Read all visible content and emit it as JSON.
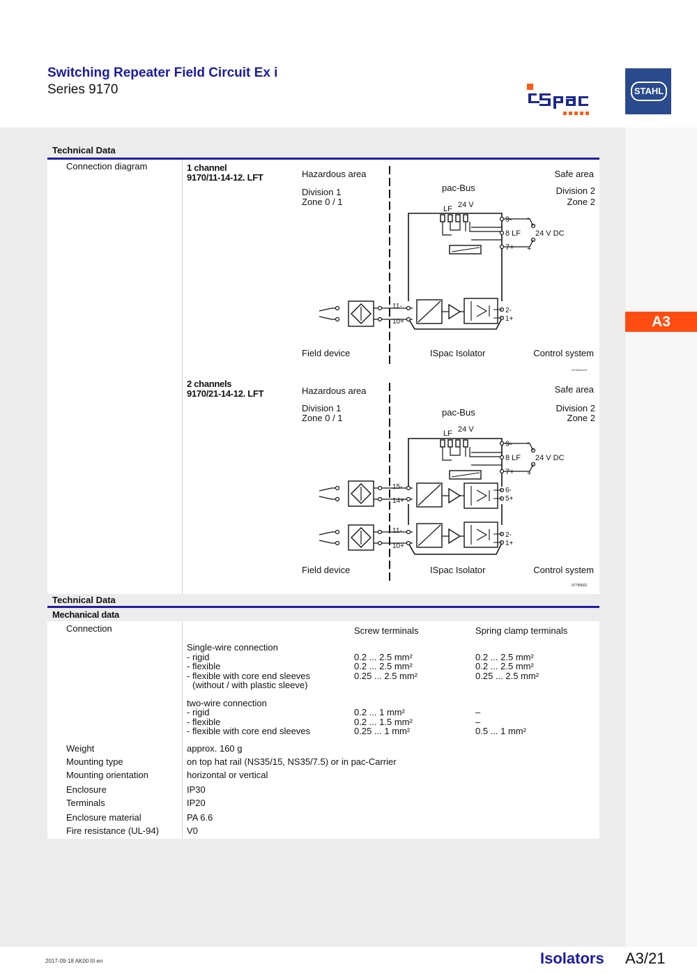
{
  "header": {
    "title": "Switching Repeater Field Circuit Ex i",
    "series": "Series 9170",
    "stahl_logo": "STAHL",
    "ispac_logo": "ISpac",
    "section_tab": "A3"
  },
  "tech1": {
    "heading": "Technical Data",
    "row_label": "Connection diagram"
  },
  "diagram1": {
    "channel": "1 channel",
    "model": "9170/11-14-12. LFT",
    "hazardous": "Hazardous area",
    "safe": "Safe area",
    "div_left": "Division 1",
    "zone_left": "Zone 0 / 1",
    "div_right": "Division 2",
    "zone_right": "Zone 2",
    "pacbus": "pac-Bus",
    "lf": "LF",
    "v24": "24 V",
    "t9": "9-",
    "t8": "8 LF",
    "t7": "7+",
    "vdc": "24 V DC",
    "minus": "-",
    "plus": "+",
    "t11": "11-",
    "t10": "10+",
    "t2": "2-",
    "t1": "1+",
    "field": "Field device",
    "isolator": "ISpac Isolator",
    "control": "Control system",
    "code": "07790602"
  },
  "diagram2": {
    "channel": "2 channels",
    "model": "9170/21-14-12. LFT",
    "hazardous": "Hazardous area",
    "safe": "Safe area",
    "div_left": "Division 1",
    "zone_left": "Zone 0 / 1",
    "div_right": "Division 2",
    "zone_right": "Zone 2",
    "pacbus": "pac-Bus",
    "lf": "LF",
    "v24": "24 V",
    "t9": "9-",
    "t8": "8 LF",
    "t7": "7+",
    "vdc": "24 V DC",
    "minus": "-",
    "plus": "+",
    "t15": "15-",
    "t14": "14+",
    "t6": "6-",
    "t5": "5+",
    "t11": "11-",
    "t10": "10+",
    "t2": "2-",
    "t1": "1+",
    "field": "Field device",
    "isolator": "ISpac Isolator",
    "control": "Control system",
    "code": "07790602"
  },
  "tech2": {
    "heading": "Technical Data",
    "subheading": "Mechanical data",
    "connection_label": "Connection",
    "col_screw": "Screw terminals",
    "col_spring": "Spring clamp terminals",
    "single_title": "Single-wire connection",
    "single_rigid": "- rigid",
    "single_flexible": "- flexible",
    "single_sleeves": "- flexible with core end sleeves",
    "single_sleeves2": "(without / with plastic sleeve)",
    "single_screw": [
      "0.2 ... 2.5 mm²",
      "0.2 ... 2.5 mm²",
      "0.25 ... 2.5 mm²"
    ],
    "single_spring": [
      "0.2 ... 2.5 mm²",
      "0.2 ... 2.5 mm²",
      "0.25 ... 2.5 mm²"
    ],
    "two_title": "two-wire connection",
    "two_rigid": "- rigid",
    "two_flexible": "- flexible",
    "two_sleeves": "- flexible with core end sleeves",
    "two_screw": [
      "0.2 ... 1 mm²",
      "0.2 ... 1.5 mm²",
      "0.25 ... 1 mm²"
    ],
    "two_spring": [
      "–",
      "–",
      "0.5 ... 1 mm²"
    ],
    "rows": [
      {
        "label": "Weight",
        "value": "approx. 160 g"
      },
      {
        "label": "Mounting type",
        "value": "on top hat rail (NS35/15, NS35/7.5) or in pac-Carrier"
      },
      {
        "label": "Mounting orientation",
        "value": "horizontal or vertical"
      },
      {
        "label": "Enclosure",
        "value": "IP30"
      },
      {
        "label": "Terminals",
        "value": "IP20"
      },
      {
        "label": "Enclosure material",
        "value": "PA 6.6"
      },
      {
        "label": "Fire resistance (UL-94)",
        "value": "V0"
      }
    ]
  },
  "footer": {
    "date": "2017-09-18 AK00 III en",
    "category": "Isolators",
    "page": "A3/21"
  },
  "colors": {
    "brand_blue": "#1a1aa8",
    "stahl_blue": "#2a4a8e",
    "tab_orange": "#ff4d12"
  }
}
